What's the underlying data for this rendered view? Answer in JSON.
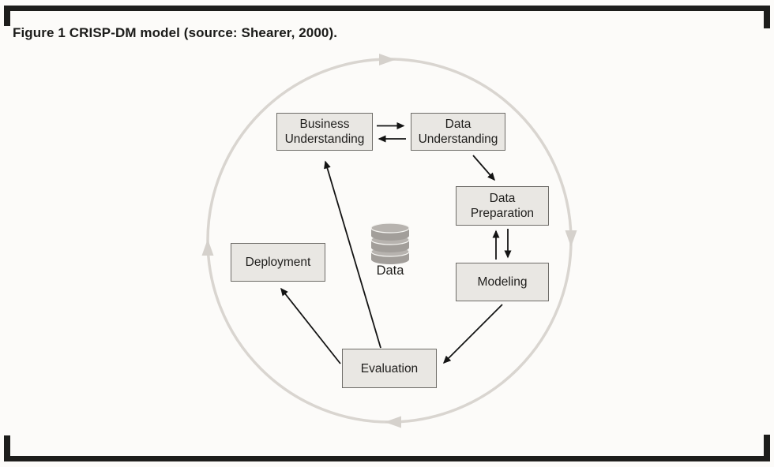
{
  "page": {
    "caption": "Figure 1 CRISP-DM model (source: Shearer, 2000)."
  },
  "diagram": {
    "type": "cycle-diagram",
    "model": "CRISP-DM",
    "cycle": {
      "direction": "clockwise",
      "arrowheads": 4
    },
    "nodes": [
      {
        "id": "business-understanding",
        "lines": [
          "Business",
          "Understanding"
        ]
      },
      {
        "id": "data-understanding",
        "lines": [
          "Data",
          "Understanding"
        ]
      },
      {
        "id": "data-preparation",
        "lines": [
          "Data",
          "Preparation"
        ]
      },
      {
        "id": "modeling",
        "lines": [
          "Modeling"
        ]
      },
      {
        "id": "evaluation",
        "lines": [
          "Evaluation"
        ]
      },
      {
        "id": "deployment",
        "lines": [
          "Deployment"
        ]
      }
    ],
    "data_store": {
      "label": "Data",
      "icon": "database-cylinder-icon"
    },
    "edges": [
      {
        "from": "business-understanding",
        "to": "data-understanding"
      },
      {
        "from": "data-understanding",
        "to": "business-understanding"
      },
      {
        "from": "data-understanding",
        "to": "data-preparation"
      },
      {
        "from": "data-preparation",
        "to": "modeling"
      },
      {
        "from": "modeling",
        "to": "data-preparation"
      },
      {
        "from": "modeling",
        "to": "evaluation"
      },
      {
        "from": "evaluation",
        "to": "business-understanding"
      },
      {
        "from": "evaluation",
        "to": "deployment"
      }
    ],
    "colors": {
      "node_fill": "#e9e7e3",
      "node_border": "#6e6c68",
      "cycle_stroke": "#d9d5d0",
      "arrow": "#141414",
      "database_body": "#a29e9a",
      "database_top": "#b7b3af"
    }
  }
}
